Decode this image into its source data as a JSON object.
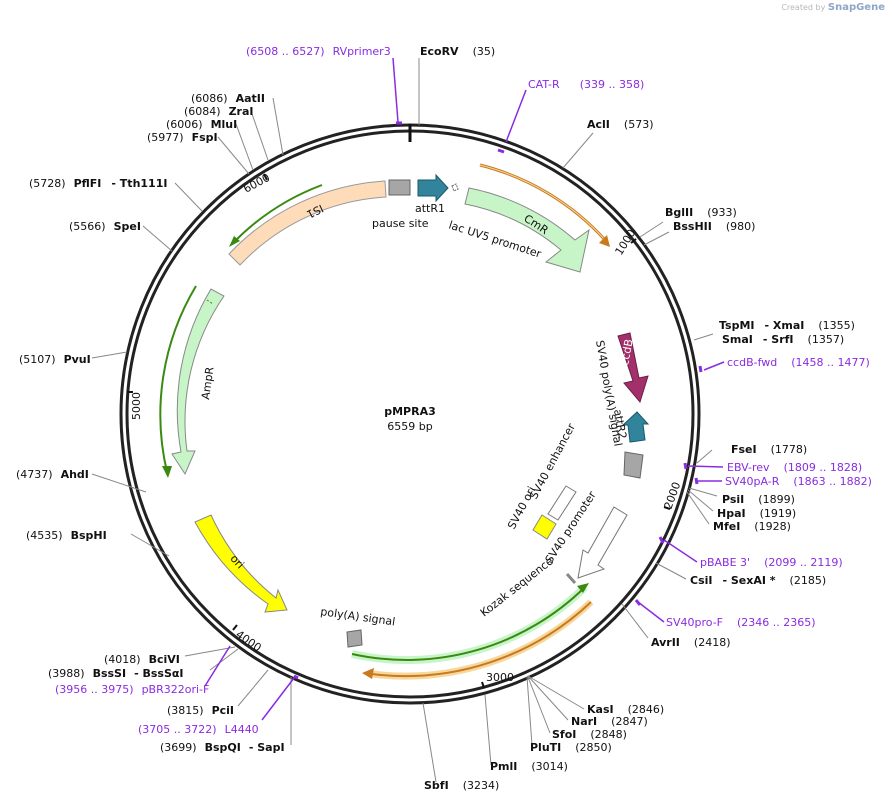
{
  "credit": {
    "prefix": "Created by",
    "brand": "SnapGene"
  },
  "plasmid": {
    "name": "pMPRA3",
    "length": "6559 bp",
    "bp": 6559
  },
  "colors": {
    "backbone": "#222222",
    "primer": "#8a2be2",
    "enzyme": "#111111"
  },
  "ticks": [
    {
      "pos": 1000,
      "label": "1000"
    },
    {
      "pos": 2000,
      "label": "2000"
    },
    {
      "pos": 3000,
      "label": "3000"
    },
    {
      "pos": 4000,
      "label": "4000"
    },
    {
      "pos": 5000,
      "label": "5000"
    },
    {
      "pos": 6000,
      "label": "6000"
    }
  ],
  "enzymes": [
    {
      "name": "EcoRV",
      "pos": "(35)"
    },
    {
      "name": "AclI",
      "pos": "(573)"
    },
    {
      "name": "BglII",
      "pos": "(933)"
    },
    {
      "name": "BssHII",
      "pos": "(980)"
    },
    {
      "name": "TspMI",
      "extra": "- XmaI",
      "pos": "(1355)"
    },
    {
      "name": "SmaI",
      "extra": "- SrfI",
      "pos": "(1357)"
    },
    {
      "name": "FseI",
      "pos": "(1778)"
    },
    {
      "name": "PsiI",
      "pos": "(1899)"
    },
    {
      "name": "HpaI",
      "pos": "(1919)"
    },
    {
      "name": "MfeI",
      "pos": "(1928)"
    },
    {
      "name": "CsiI",
      "extra": "- SexAI *",
      "pos": "(2185)"
    },
    {
      "name": "AvrII",
      "pos": "(2418)"
    },
    {
      "name": "KasI",
      "pos": "(2846)"
    },
    {
      "name": "NarI",
      "pos": "(2847)"
    },
    {
      "name": "SfoI",
      "pos": "(2848)"
    },
    {
      "name": "PluTI",
      "pos": "(2850)"
    },
    {
      "name": "PmlI",
      "pos": "(3014)"
    },
    {
      "name": "SbfI",
      "pos": "(3234)"
    },
    {
      "name": "BspQI",
      "extra": "- SapI",
      "pos": "(3699)"
    },
    {
      "name": "PciI",
      "pos": "(3815)"
    },
    {
      "name": "BssSI",
      "extra": "- BssSαI",
      "pos": "(3988)"
    },
    {
      "name": "BciVI",
      "pos": "(4018)"
    },
    {
      "name": "BspHI",
      "pos": "(4535)"
    },
    {
      "name": "AhdI",
      "pos": "(4737)"
    },
    {
      "name": "PvuI",
      "pos": "(5107)"
    },
    {
      "name": "SpeI",
      "pos": "(5566)"
    },
    {
      "name": "PflFI",
      "extra": "- Tth111I",
      "pos": "(5728)"
    },
    {
      "name": "FspI",
      "pos": "(5977)"
    },
    {
      "name": "MluI",
      "pos": "(6006)"
    },
    {
      "name": "ZraI",
      "pos": "(6084)"
    },
    {
      "name": "AatII",
      "pos": "(6086)"
    }
  ],
  "primers": [
    {
      "name": "RVprimer3",
      "range": "(6508 .. 6527)"
    },
    {
      "name": "CAT-R",
      "range": "(339 .. 358)"
    },
    {
      "name": "ccdB-fwd",
      "range": "(1458 .. 1477)"
    },
    {
      "name": "EBV-rev",
      "range": "(1809 .. 1828)"
    },
    {
      "name": "SV40pA-R",
      "range": "(1863 .. 1882)"
    },
    {
      "name": "pBABE 3'",
      "range": "(2099 .. 2119)"
    },
    {
      "name": "SV40pro-F",
      "range": "(2346 .. 2365)"
    },
    {
      "name": "pBR322ori-F",
      "range": "(3956 .. 3975)"
    },
    {
      "name": "L4440",
      "range": "(3705 .. 3722)"
    }
  ],
  "features": {
    "is1": "IS1",
    "cmr": "CmR",
    "ampr": "AmpR",
    "ori": "ori",
    "ccdb": "ccdB",
    "attr1": "attR1",
    "attr2": "attR2",
    "pause_site": "pause site",
    "lacuv5": "lac UV5 promoter",
    "sv40polya": "SV40 poly(A) signal",
    "sv40ori": "SV40 ori",
    "sv40enh": "SV40 enhancer",
    "sv40prom": "SV40 promoter",
    "kozak": "Kozak sequence",
    "polya": "poly(A) signal"
  },
  "feature_colors": {
    "is1": "#ffdcb9",
    "cmr": "#c8f5c8",
    "ampr": "#c8f5c8",
    "ori": "#ffff00",
    "ccdb": "#a3306a",
    "attr": "#31849b",
    "pause": "#a6a6a6",
    "sv40ori": "#ffff00",
    "promoter": "#ffffff",
    "orf_outline": "#3a8a12",
    "orange": "#c87a1e"
  }
}
